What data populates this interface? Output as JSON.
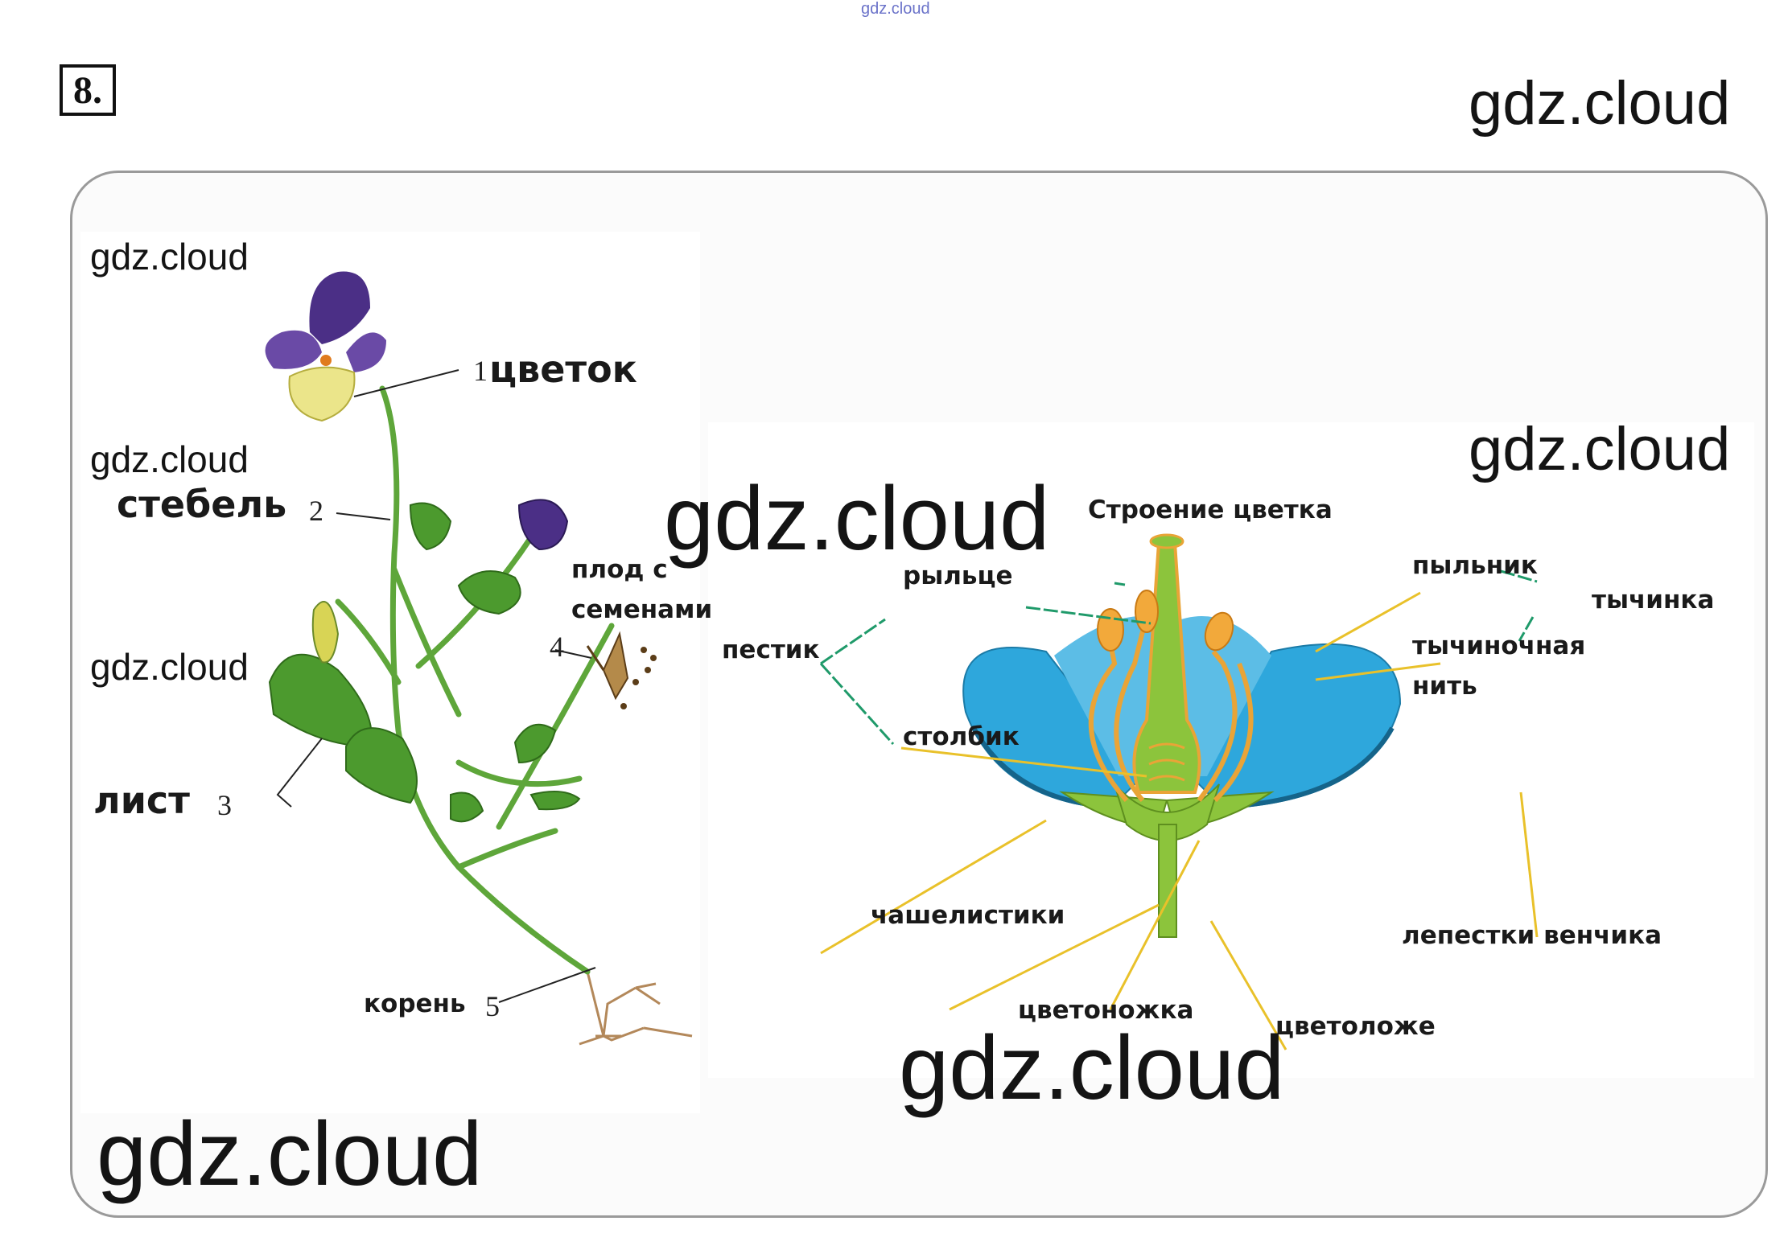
{
  "watermark": {
    "top_small": "gdz.cloud",
    "text": "gdz.cloud"
  },
  "task_number": "8.",
  "plant": {
    "labels": {
      "flower": "цветок",
      "stem": "стебель",
      "leaf": "лист",
      "fruit_line1": "плод с",
      "fruit_line2": "семенами",
      "root": "корень"
    },
    "numbers": {
      "n1": "1",
      "n2": "2",
      "n3": "3",
      "n4": "4",
      "n5": "5"
    }
  },
  "flower_structure": {
    "title": "Строение цветка",
    "labels": {
      "pistil": "пестик",
      "stigma": "рыльце",
      "style": "столбик",
      "anther": "пыльник",
      "stamen": "тычинка",
      "filament_line1": "тычиночная",
      "filament_line2": "нить",
      "sepals": "чашелистики",
      "petals": "лепестки венчика",
      "pedicel": "цветоножка",
      "receptacle": "цветоложе"
    }
  },
  "colors": {
    "petal_blue": "#2ea7dc",
    "stem_green": "#8cc43c",
    "orange": "#f2a93b",
    "leader_yellow": "#e9c12a",
    "leader_green": "#1f9a6a",
    "violet": "#4b2f86"
  }
}
